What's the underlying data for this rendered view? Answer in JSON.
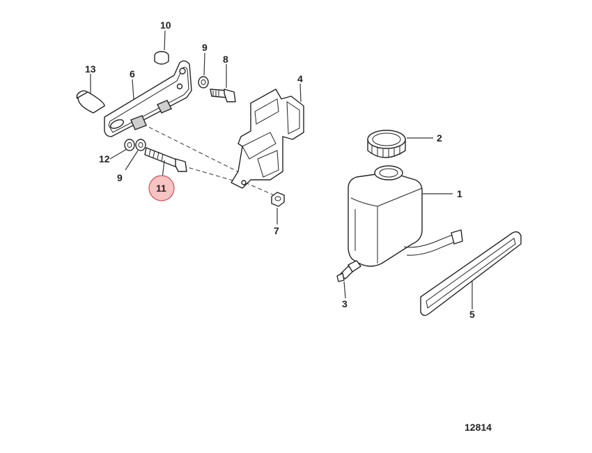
{
  "diagram": {
    "drawing_number": "12814",
    "highlighted_callout": "11",
    "highlight_color": "#f8c3c3",
    "callouts": [
      "1",
      "2",
      "3",
      "4",
      "5",
      "6",
      "7",
      "8",
      "9",
      "9",
      "10",
      "11",
      "12",
      "13"
    ]
  }
}
